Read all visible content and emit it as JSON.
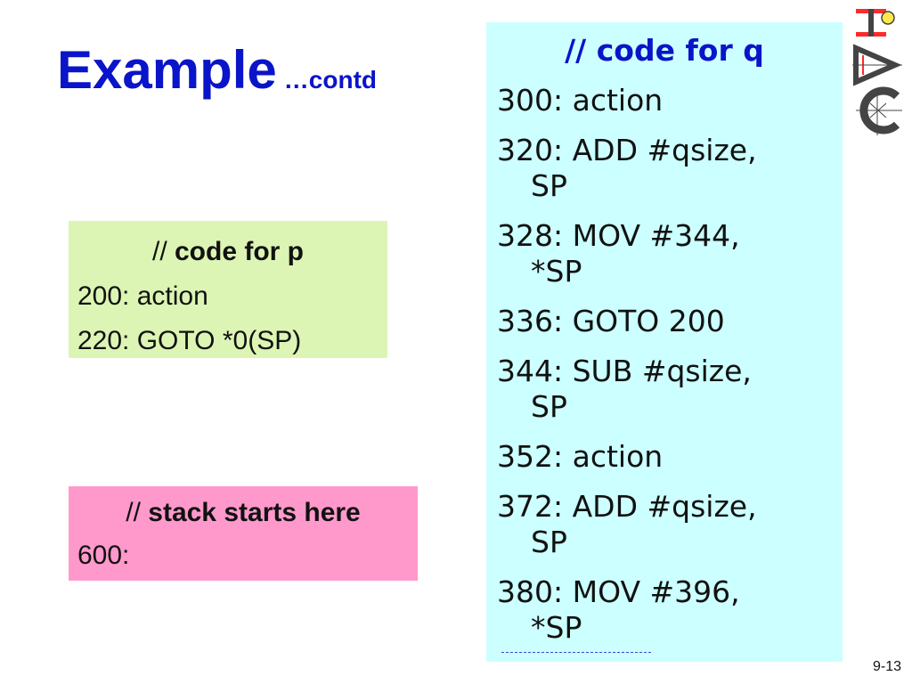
{
  "title": {
    "main": "Example",
    "sub": "…contd"
  },
  "code_p": {
    "comment_prefix": "// ",
    "heading": "code for p",
    "lines": [
      "200: action",
      "220: GOTO *0(SP)"
    ]
  },
  "stack": {
    "comment_prefix": "// ",
    "heading": "stack starts here",
    "lines": [
      "600:"
    ]
  },
  "code_q": {
    "heading": "// code for q",
    "items": [
      {
        "line": "300: action",
        "cont": ""
      },
      {
        "line": "320: ADD #qsize,",
        "cont": "SP"
      },
      {
        "line": "328: MOV #344,",
        "cont": "*SP"
      },
      {
        "line": "336: GOTO 200",
        "cont": ""
      },
      {
        "line": "344: SUB #qsize,",
        "cont": "SP"
      },
      {
        "line": "352: action",
        "cont": ""
      },
      {
        "line": "372: ADD #qsize,",
        "cont": "SP"
      },
      {
        "line": "380: MOV #396,",
        "cont": "*SP"
      }
    ]
  },
  "page_number": "9-13",
  "logo": {
    "icon": "iaic-logo-icon"
  },
  "colors": {
    "title": "#0a14c8",
    "box_p": "#dcf5b4",
    "box_stack": "#ff99cc",
    "box_q": "#ccffff"
  }
}
